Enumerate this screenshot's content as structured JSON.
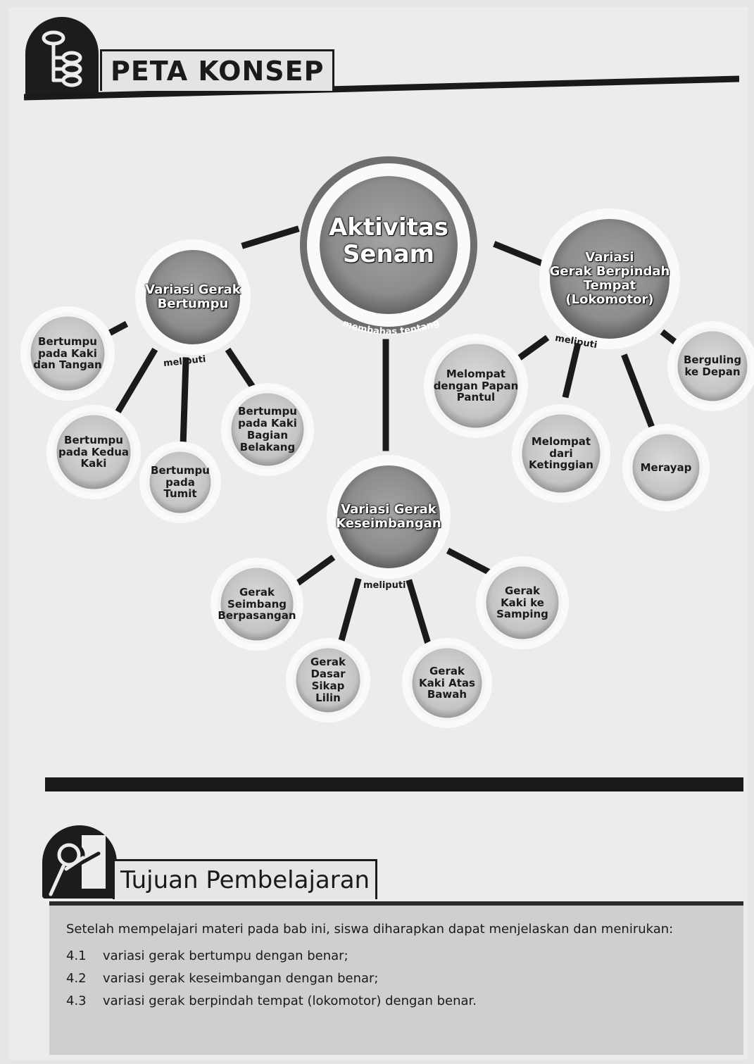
{
  "header": {
    "title": "PETA KONSEP"
  },
  "concept_map": {
    "center": {
      "label": "Aktivitas\nSenam",
      "connector": "membahas tentang"
    },
    "branches": [
      {
        "label": "Variasi Gerak\nBertumpu",
        "connector": "meliputi",
        "items": [
          "Bertumpu\npada Kaki\ndan Tangan",
          "Bertumpu\npada Kedua\nKaki",
          "Bertumpu\npada\nTumit",
          "Bertumpu\npada Kaki\nBagian\nBelakang"
        ]
      },
      {
        "label": "Variasi\nGerak Berpindah\nTempat\n(Lokomotor)",
        "connector": "meliputi",
        "items": [
          "Melompat\ndengan Papan\nPantul",
          "Melompat\ndari\nKetinggian",
          "Merayap",
          "Berguling\nke Depan"
        ]
      },
      {
        "label": "Variasi Gerak\nKeseimbangan",
        "connector": "meliputi",
        "items": [
          "Gerak\nSeimbang\nBerpasangan",
          "Gerak\nDasar Sikap\nLilin",
          "Gerak\nKaki Atas\nBawah",
          "Gerak\nKaki ke\nSamping"
        ]
      }
    ]
  },
  "tujuan": {
    "title": "Tujuan Pembelajaran",
    "intro": "Setelah mempelajari materi pada bab ini, siswa diharapkan dapat menjelaskan dan menirukan:",
    "objectives": [
      {
        "num": "4.1",
        "text": "variasi gerak bertumpu dengan benar;"
      },
      {
        "num": "4.2",
        "text": "variasi gerak keseimbangan dengan benar;"
      },
      {
        "num": "4.3",
        "text": "variasi gerak berpindah tempat (lokomotor) dengan benar."
      }
    ]
  },
  "colors": {
    "ink": "#1a1a1a",
    "node_fill": "#8a8a8a",
    "small_fill": "#c8c8c6",
    "halo": "#fafaf8"
  }
}
